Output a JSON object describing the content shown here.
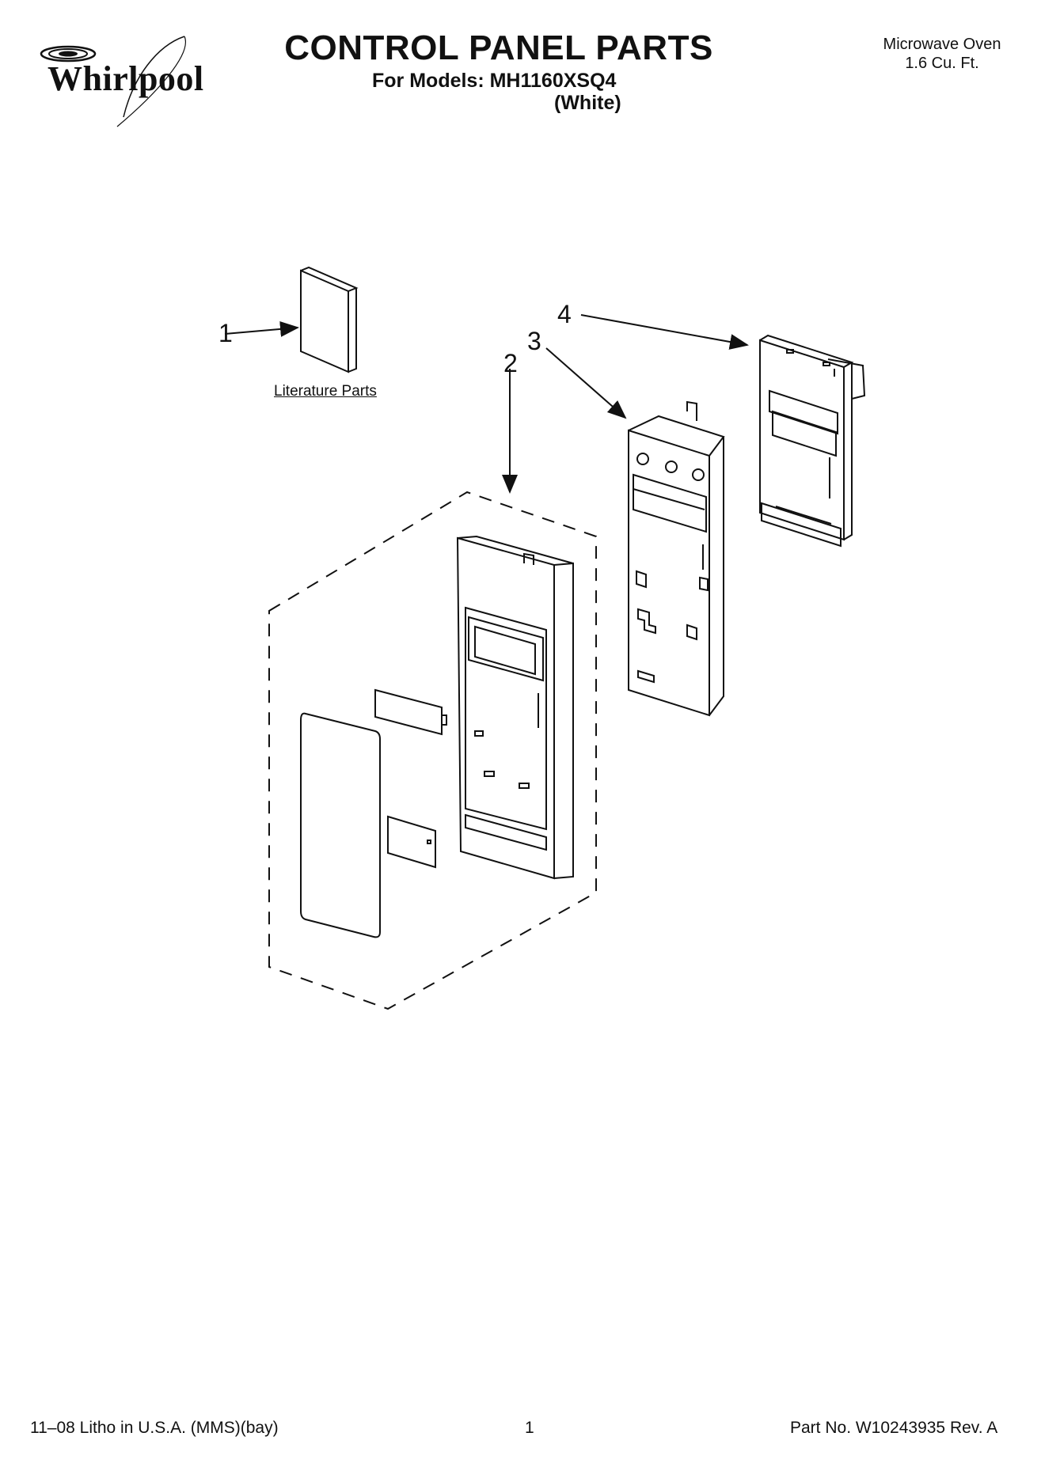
{
  "header": {
    "brand": "Whirlpool",
    "title": "CONTROL PANEL PARTS",
    "models_line": "For Models: MH1160XSQ4",
    "variant": "(White)",
    "product_type": "Microwave Oven",
    "capacity": "1.6 Cu. Ft."
  },
  "diagram": {
    "callouts": [
      "1",
      "2",
      "3",
      "4"
    ],
    "literature_label": "Literature Parts"
  },
  "footer": {
    "print_info": "11–08 Litho in U.S.A. (MMS)(bay)",
    "page": "1",
    "part_number": "Part No. W10243935 Rev. A"
  }
}
